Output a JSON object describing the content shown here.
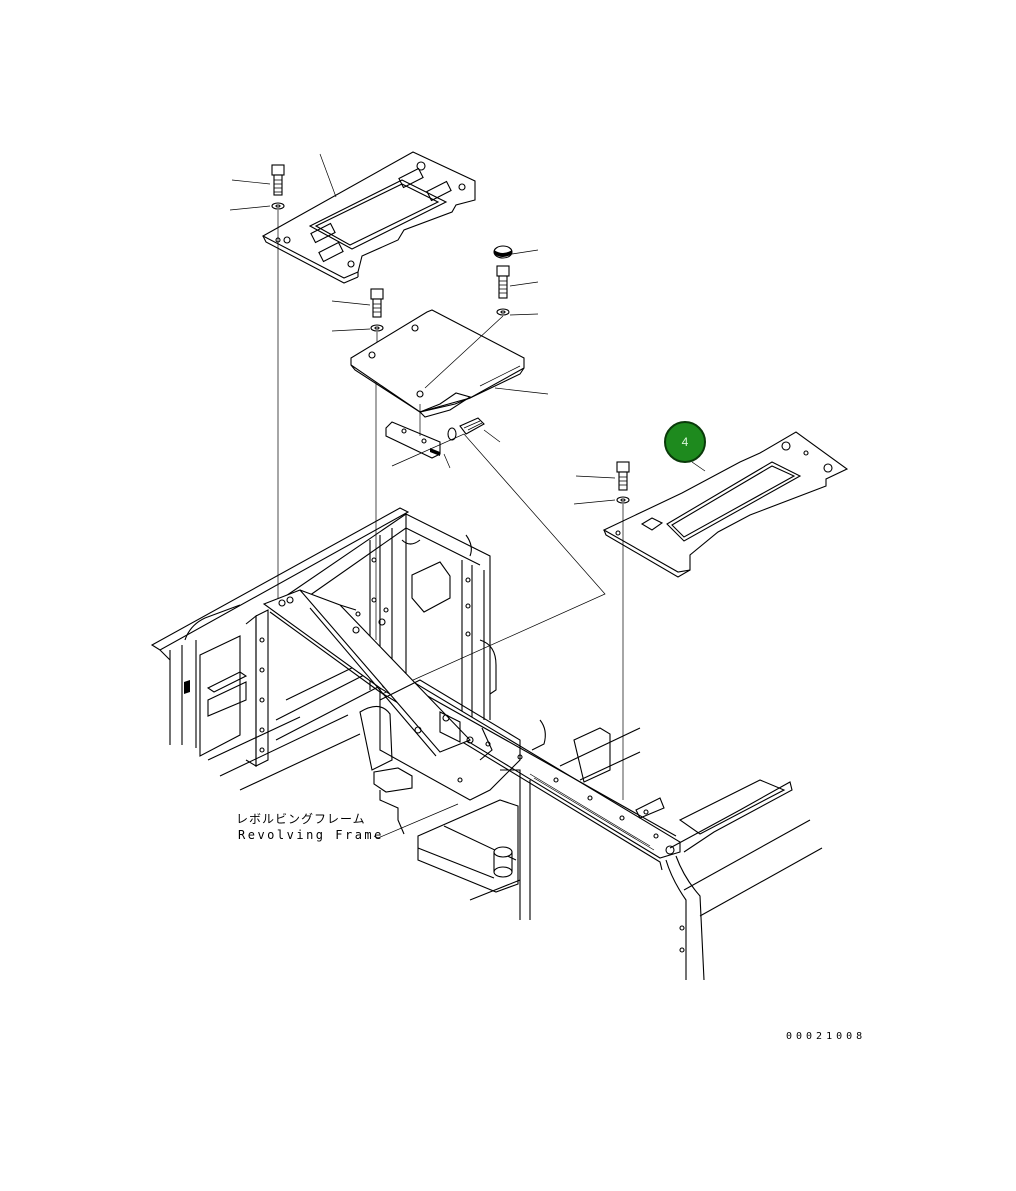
{
  "frame_label": {
    "japanese": "レボルビングフレーム",
    "english": "Revolving Frame"
  },
  "drawing_number": "00021008",
  "callout": {
    "number": "4",
    "color": "#1e8a1e"
  }
}
